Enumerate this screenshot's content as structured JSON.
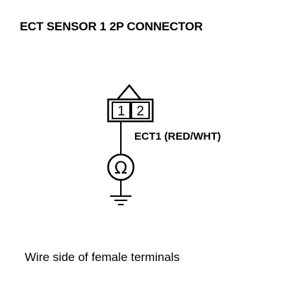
{
  "title": "ECT SENSOR 1 2P CONNECTOR",
  "connector": {
    "pins": [
      "1",
      "2"
    ]
  },
  "wire": {
    "label": "ECT1 (RED/WHT)"
  },
  "meter": {
    "symbol": "Ω",
    "icon": "ohmmeter-icon"
  },
  "ground": {
    "icon": "ground-icon"
  },
  "caption": "Wire side of female terminals"
}
